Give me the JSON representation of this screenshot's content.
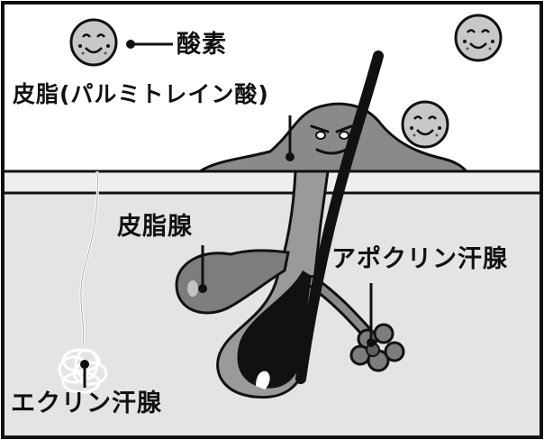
{
  "labels": {
    "oxygen": "酸素",
    "sebum": "皮脂(パルミトレイン酸)",
    "sebaceous_gland": "皮脂腺",
    "apocrine_gland": "アポクリン汗腺",
    "eccrine_gland": "エクリン汗腺"
  },
  "colors": {
    "skin": "#e4e4e4",
    "surface_band": "#eeeeee",
    "sebum": "#8a8a8a",
    "hair": "#111111",
    "gland": "#7d7d7d",
    "oxygen_molecule": "#c8c8c8",
    "outline": "#111111"
  }
}
